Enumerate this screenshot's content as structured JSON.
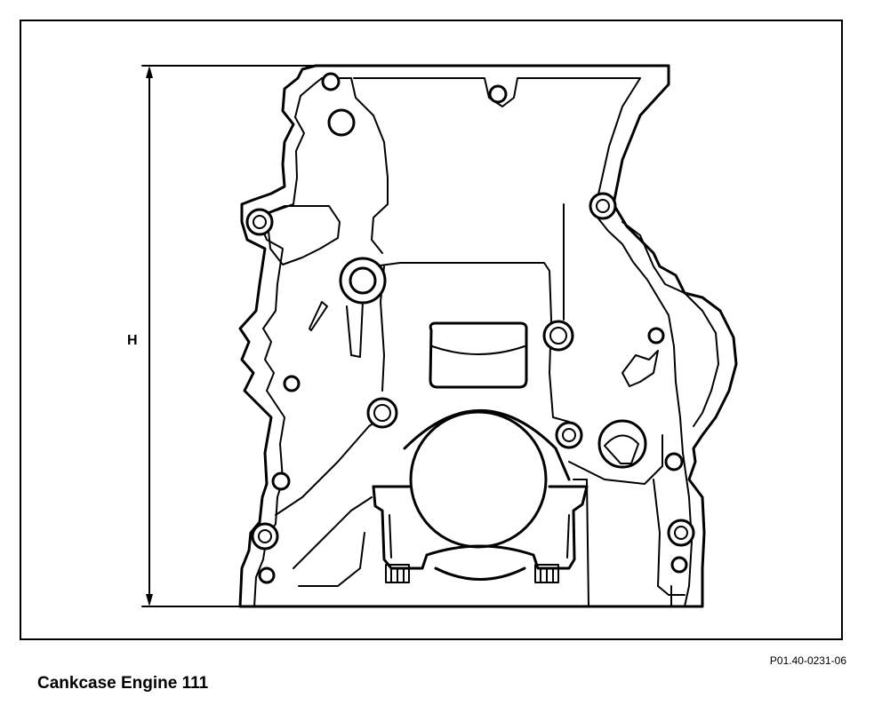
{
  "diagram": {
    "dimension_label": "H",
    "reference_code": "P01.40-0231-06",
    "caption": "Cankcase Engine 111"
  }
}
